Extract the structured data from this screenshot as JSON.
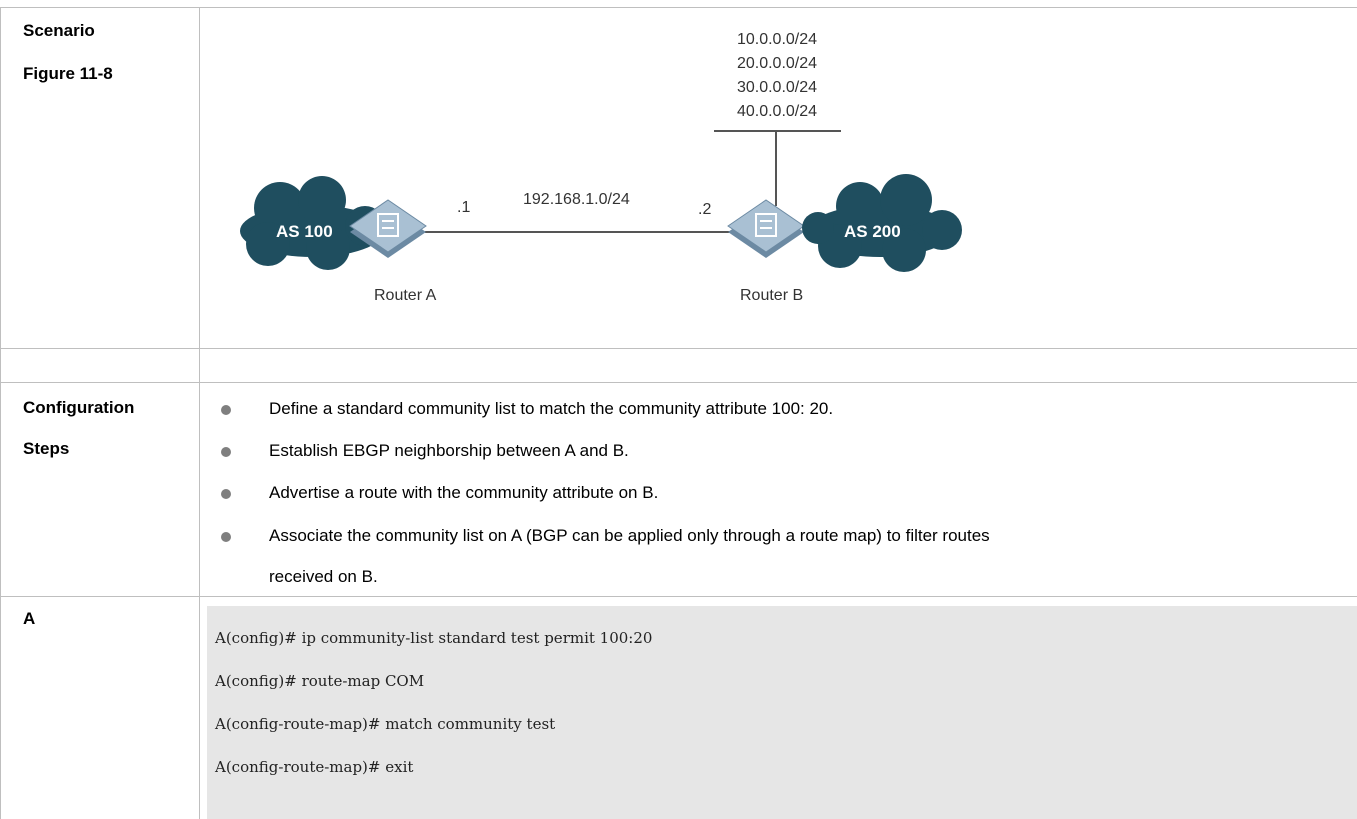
{
  "row_labels": {
    "scenario": "Scenario",
    "figure": "Figure 11-8",
    "config": "Configuration",
    "steps": "Steps",
    "a": "A"
  },
  "diagram": {
    "networks": [
      "10.0.0.0/24",
      "20.0.0.0/24",
      "30.0.0.0/24",
      "40.0.0.0/24"
    ],
    "link_subnet": "192.168.1.0/24",
    "host_a": ".1",
    "host_b": ".2",
    "as_a": "AS 100",
    "as_b": "AS 200",
    "router_a": "Router A",
    "router_b": "Router B",
    "cloud_color": "#1f4e5f",
    "router_color": "#8faac0"
  },
  "steps": [
    "Define a standard community list to match the community attribute 100: 20.",
    "Establish EBGP neighborship between A and B.",
    "Advertise a route with the community attribute on B.",
    "Associate the community list on A (BGP can be applied only through a route map) to filter routes",
    "received on B."
  ],
  "code": [
    "A(config)# ip community-list standard test permit 100:20",
    "A(config)# route-map COM",
    "A(config-route-map)# match community test",
    "A(config-route-map)# exit"
  ]
}
